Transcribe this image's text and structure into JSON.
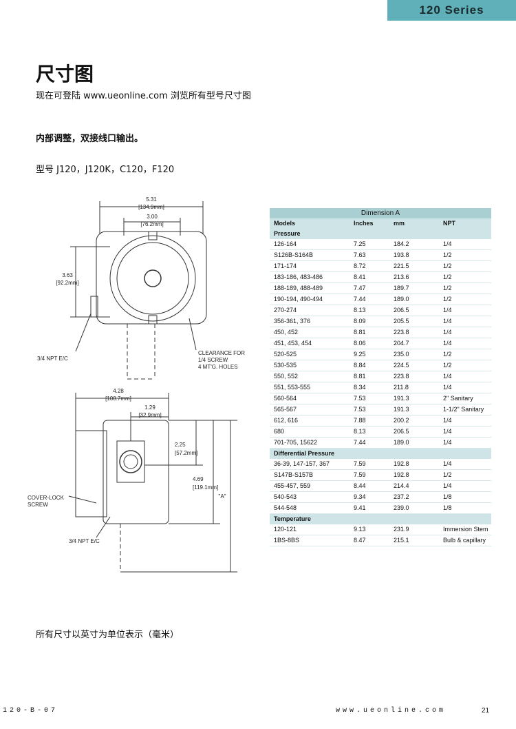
{
  "header": {
    "series_tab": "120 Series"
  },
  "page": {
    "title": "尺寸图",
    "subtitle": "现在可登陆 www.ueonline.com 浏览所有型号尺寸图",
    "description": "内部调整，双接线口输出。",
    "models_line": "型号 J120，J120K，C120，F120",
    "footnote": "所有尺寸以英寸为单位表示（毫米）"
  },
  "drawing_labels": {
    "top_width": "5.31",
    "top_width_mm": "[134.9mm]",
    "top_inner": "3.00",
    "top_inner_mm": "[76.2mm]",
    "top_height": "3.63",
    "top_height_mm": "[92.2mm]",
    "npt_left": "3/4 NPT E/C",
    "clearance_1": "CLEARANCE FOR",
    "clearance_2": "1/4 SCREW",
    "clearance_3": "4 MT'G. HOLES",
    "side_width": "4.28",
    "side_width_mm": "[108.7mm]",
    "side_inner": "1.29",
    "side_inner_mm": "[32.9mm]",
    "side_h1": "2.25",
    "side_h1_mm": "[57.2mm]",
    "side_h2": "4.69",
    "side_h2_mm": "[119.1mm]",
    "dim_a": "\"A\"",
    "cover_lock_1": "COVER-LOCK",
    "cover_lock_2": "SCREW",
    "npt_bottom": "3/4 NPT E/C"
  },
  "table": {
    "title": "Dimension A",
    "columns": [
      "Models",
      "Inches",
      "mm",
      "NPT"
    ],
    "sections": [
      {
        "name": "Pressure",
        "rows": [
          [
            "126-164",
            "7.25",
            "184.2",
            "1/4"
          ],
          [
            "S126B-S164B",
            "7.63",
            "193.8",
            "1/2"
          ],
          [
            "171-174",
            "8.72",
            "221.5",
            "1/2"
          ],
          [
            "183-186, 483-486",
            "8.41",
            "213.6",
            "1/2"
          ],
          [
            "188-189, 488-489",
            "7.47",
            "189.7",
            "1/2"
          ],
          [
            "190-194, 490-494",
            "7.44",
            "189.0",
            "1/2"
          ],
          [
            "270-274",
            "8.13",
            "206.5",
            "1/4"
          ],
          [
            "356-361, 376",
            "8.09",
            "205.5",
            "1/4"
          ],
          [
            "450, 452",
            "8.81",
            "223.8",
            "1/4"
          ],
          [
            "451, 453, 454",
            "8.06",
            "204.7",
            "1/4"
          ],
          [
            "520-525",
            "9.25",
            "235.0",
            "1/2"
          ],
          [
            "530-535",
            "8.84",
            "224.5",
            "1/2"
          ],
          [
            "550, 552",
            "8.81",
            "223.8",
            "1/4"
          ],
          [
            "551, 553-555",
            "8.34",
            "211.8",
            "1/4"
          ],
          [
            "560-564",
            "7.53",
            "191.3",
            "2\" Sanitary"
          ],
          [
            "565-567",
            "7.53",
            "191.3",
            "1-1/2\" Sanitary"
          ],
          [
            "612, 616",
            "7.88",
            "200.2",
            "1/4"
          ],
          [
            "680",
            "8.13",
            "206.5",
            "1/4"
          ],
          [
            "701-705, 15622",
            "7.44",
            "189.0",
            "1/4"
          ]
        ]
      },
      {
        "name": "Differential Pressure",
        "rows": [
          [
            "36-39, 147-157, 367",
            "7.59",
            "192.8",
            "1/4"
          ],
          [
            "S147B-S157B",
            "7.59",
            "192.8",
            "1/2"
          ],
          [
            "455-457, 559",
            "8.44",
            "214.4",
            "1/4"
          ],
          [
            "540-543",
            "9.34",
            "237.2",
            "1/8"
          ],
          [
            "544-548",
            "9.41",
            "239.0",
            "1/8"
          ]
        ]
      },
      {
        "name": "Temperature",
        "rows": [
          [
            "120-121",
            "9.13",
            "231.9",
            "Immersion Stem"
          ],
          [
            "1BS-8BS",
            "8.47",
            "215.1",
            "Bulb & capillary"
          ]
        ]
      }
    ]
  },
  "footer": {
    "left": "120-B-07",
    "url": "www.ueonline.com",
    "page": "21"
  }
}
